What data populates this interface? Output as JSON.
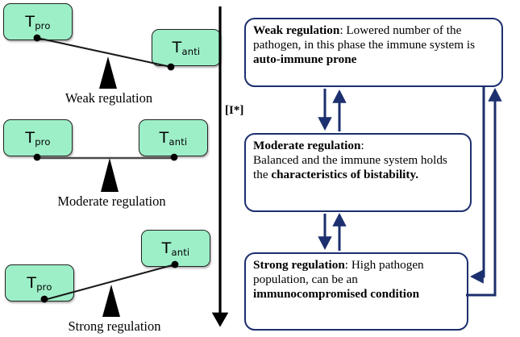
{
  "diagram": {
    "title_present": false,
    "axis_label": "[I*]",
    "left_panel": {
      "balances": [
        {
          "id": "weak",
          "caption": "Weak regulation",
          "left_node": "T_pro",
          "left_node_base": "T",
          "left_node_sub": "pro",
          "right_node": "T_anti",
          "right_node_base": "T",
          "right_node_sub": "anti",
          "tilt": "left-down",
          "meaning": "pro side lowered, anti side raised"
        },
        {
          "id": "moderate",
          "caption": "Moderate regulation",
          "left_node_base": "T",
          "left_node_sub": "pro",
          "right_node_base": "T",
          "right_node_sub": "anti",
          "tilt": "level",
          "meaning": "balanced beam"
        },
        {
          "id": "strong",
          "caption": "Strong regulation",
          "left_node_base": "T",
          "left_node_sub": "pro",
          "right_node_base": "T",
          "right_node_sub": "anti",
          "tilt": "right-up",
          "meaning": "anti side raised, pro side lowered"
        }
      ]
    },
    "right_panel": {
      "boxes": [
        {
          "id": "weak-regulation",
          "heading": "Weak regulation",
          "separator": ": ",
          "body_1": "Lowered number of the pathogen, in this phase the immune system is ",
          "emphasis": "auto-immune prone",
          "body_2": ""
        },
        {
          "id": "moderate-regulation",
          "heading": "Moderate regulation",
          "separator": ":",
          "body_1": "Balanced and the immune system holds the ",
          "emphasis": "characteristics of bistability.",
          "body_2": ""
        },
        {
          "id": "strong-regulation",
          "heading": "Strong regulation",
          "separator": ": ",
          "body_1": "High pathogen population, can be an ",
          "emphasis": "immunocompromised condition",
          "body_2": ""
        }
      ],
      "connectors": [
        {
          "name": "weak-to-moderate-down",
          "direction": "down"
        },
        {
          "name": "moderate-to-weak-up",
          "direction": "up"
        },
        {
          "name": "moderate-to-strong-down",
          "direction": "down"
        },
        {
          "name": "strong-to-moderate-up",
          "direction": "up"
        },
        {
          "name": "weak-to-strong-feedback",
          "direction": "down-left"
        },
        {
          "name": "strong-to-weak-feedback",
          "direction": "right-up"
        }
      ]
    },
    "colors": {
      "node_fill": "#9defc8",
      "node_stroke": "#222222",
      "box_stroke": "#1c2f6e",
      "arrow": "#1c2f6e",
      "beam": "#404040",
      "fulcrum": "#000000",
      "axis_arrow": "#000000"
    }
  }
}
